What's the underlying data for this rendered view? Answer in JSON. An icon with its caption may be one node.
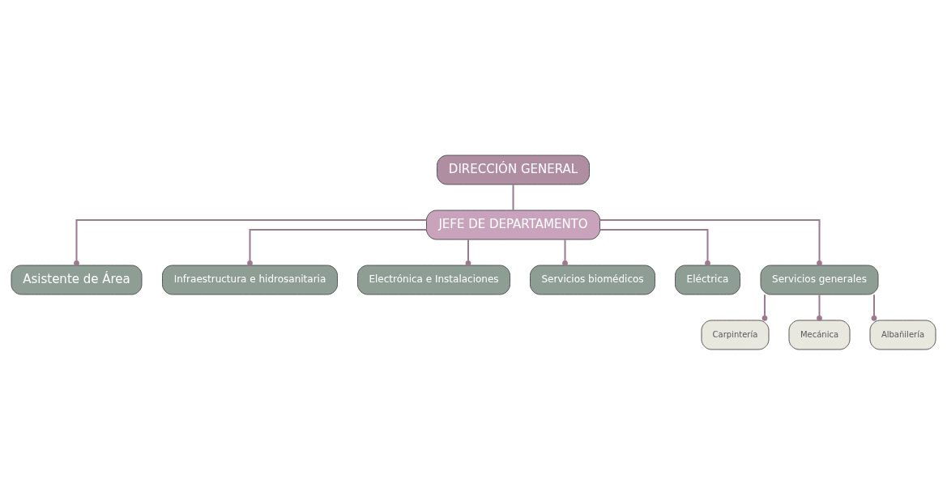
{
  "diagram": {
    "nodes": [
      {
        "text": [
          "DIRECCIÓN GENERAL"
        ]
      },
      {
        "text": [
          "JEFE DE DEPARTAMENTO"
        ]
      },
      {
        "text": [
          "Asistente de Área"
        ]
      },
      {
        "text": [
          "Infraestructura e hidrosanitaria"
        ]
      },
      {
        "text": [
          "Electrónica e Instalaciones"
        ]
      },
      {
        "text": [
          "Servicios biomédicos"
        ]
      },
      {
        "text": [
          "Eléctrica"
        ]
      },
      {
        "text": [
          "Servicios generales"
        ]
      },
      {
        "text": [
          "Carpintería"
        ]
      },
      {
        "text": [
          "Mecánica"
        ]
      },
      {
        "text": [
          "Albañilería"
        ]
      }
    ],
    "edges": [
      {
        "from": 0,
        "to": 1,
        "arrow": "none"
      },
      {
        "from": 1,
        "to": 2,
        "arrow": "other"
      },
      {
        "from": 1,
        "to": 3,
        "arrow": "other"
      },
      {
        "from": 1,
        "to": 4,
        "arrow": "other"
      },
      {
        "from": 1,
        "to": 5,
        "arrow": "other"
      },
      {
        "from": 1,
        "to": 6,
        "arrow": "other"
      },
      {
        "from": 1,
        "to": 7,
        "arrow": "other"
      },
      {
        "from": 7,
        "to": 8,
        "arrow": "other"
      },
      {
        "from": 7,
        "to": 9,
        "arrow": "other"
      },
      {
        "from": 7,
        "to": 10,
        "arrow": "other"
      }
    ]
  }
}
